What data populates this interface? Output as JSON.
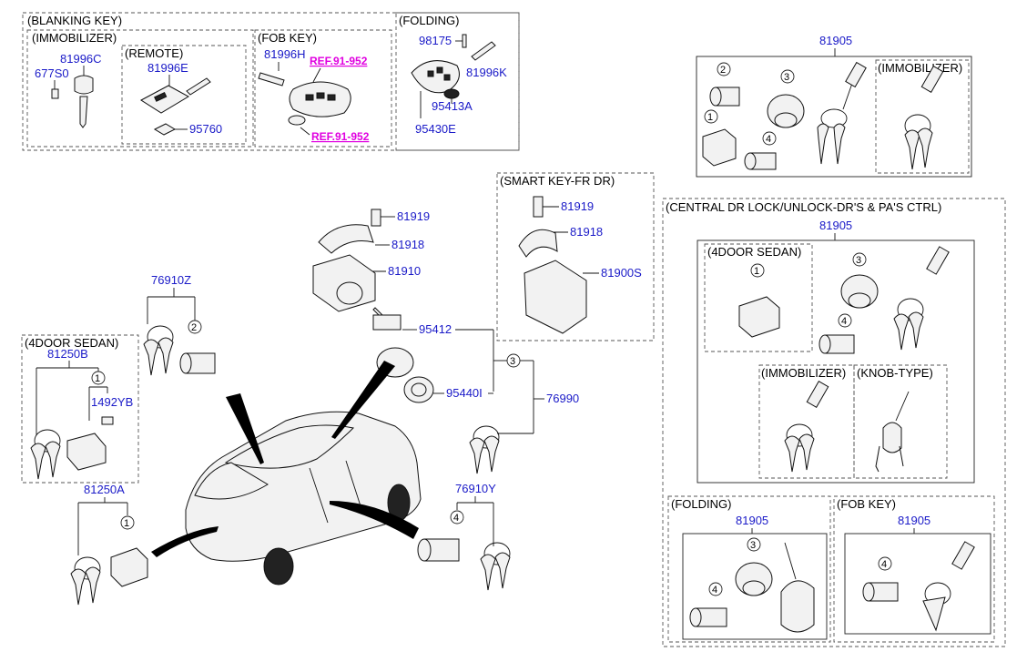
{
  "sections": {
    "blanking_key": "(BLANKING KEY)",
    "immobilizer": "(IMMOBILIZER)",
    "remote": "(REMOTE)",
    "fob_key": "(FOB KEY)",
    "folding": "(FOLDING)",
    "smart_key": "(SMART KEY-FR DR)",
    "central_lock": "(CENTRAL DR LOCK/UNLOCK-DR'S & PA'S CTRL)",
    "four_door_left": "(4DOOR SEDAN)",
    "four_door_right": "(4DOOR SEDAN)",
    "immobilizer_top_right": "(IMMOBILIZER)",
    "immobilizer_mid_right": "(IMMOBILIZER)",
    "knob_type": "(KNOB-TYPE)",
    "folding_bottom": "(FOLDING)",
    "fob_key_bottom": "(FOB KEY)"
  },
  "parts": {
    "p67750": "677S0",
    "p81996C": "81996C",
    "p81996E": "81996E",
    "p95760": "95760",
    "p81996H": "81996H",
    "p98175": "98175",
    "p81996K": "81996K",
    "p95413A": "95413A",
    "p95430E": "95430E",
    "p81905_top": "81905",
    "p81919_a": "81919",
    "p81918_a": "81918",
    "p81910": "81910",
    "p95412": "95412",
    "p95440I": "95440I",
    "p76990": "76990",
    "p76910Z": "76910Z",
    "p81250B": "81250B",
    "p1492YB": "1492YB",
    "p81250A": "81250A",
    "p76910Y": "76910Y",
    "p81919_b": "81919",
    "p81918_b": "81918",
    "p81900S": "81900S",
    "p81905_mid": "81905",
    "p81905_fold": "81905",
    "p81905_fob": "81905"
  },
  "refs": {
    "ref1": "REF.91-952",
    "ref2": "REF.91-952"
  },
  "callouts": {
    "c1": "1",
    "c2": "2",
    "c3": "3",
    "c4": "4"
  }
}
